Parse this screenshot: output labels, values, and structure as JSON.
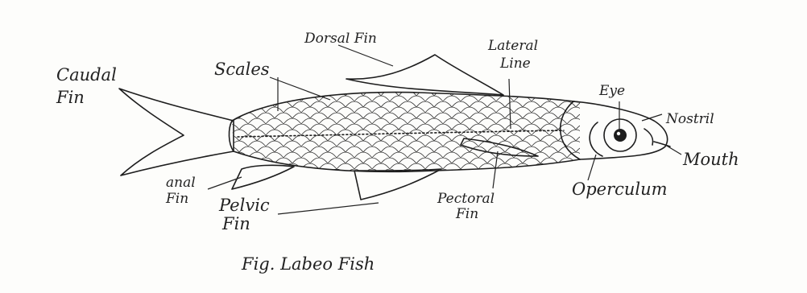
{
  "labels": {
    "dorsal_fin": "Dorsal Fin",
    "lateral": "Lateral",
    "line": "Line",
    "caudal": "Caudal",
    "caudal_fin": "Fin",
    "scales": "Scales",
    "eye": "Eye",
    "nostril": "Nostril",
    "mouth": "Mouth",
    "anal": "anal",
    "anal_fin": "Fin",
    "pelvic": "Pelvic",
    "pelvic_fin": "Fin",
    "pectoral": "Pectoral",
    "pectoral_fin": "Fin",
    "operculum": "Operculum"
  },
  "caption": "Fig. Labeo Fish",
  "colors": {
    "paper": "#fdfdfb",
    "ink": "#1d1d1d"
  }
}
